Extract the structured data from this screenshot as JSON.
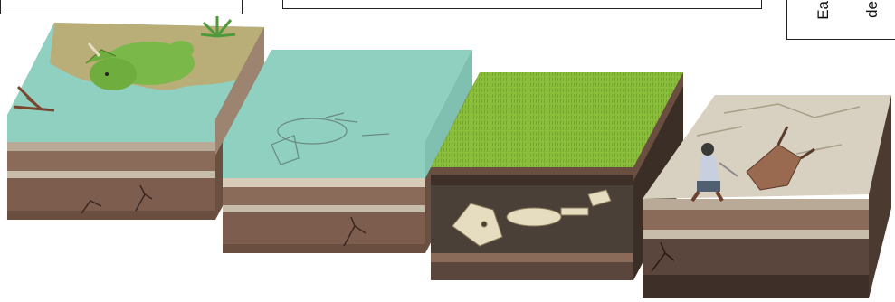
{
  "right_caption": {
    "line1": "Ea",
    "line2": "de"
  },
  "stages": [
    {
      "id": "death-in-water"
    },
    {
      "id": "burial-under-sediment"
    },
    {
      "id": "fossilization-in-rock"
    },
    {
      "id": "excavation-by-paleontologist"
    }
  ],
  "colors": {
    "water": "#8fd0c0",
    "grass": "#8cbf3c",
    "rock_light": "#d8d0c0",
    "rock_dark": "#5a463c",
    "soil_brown": "#8a6a58",
    "dinosaur_green": "#7ab84a",
    "bone": "#e6dcc0"
  }
}
